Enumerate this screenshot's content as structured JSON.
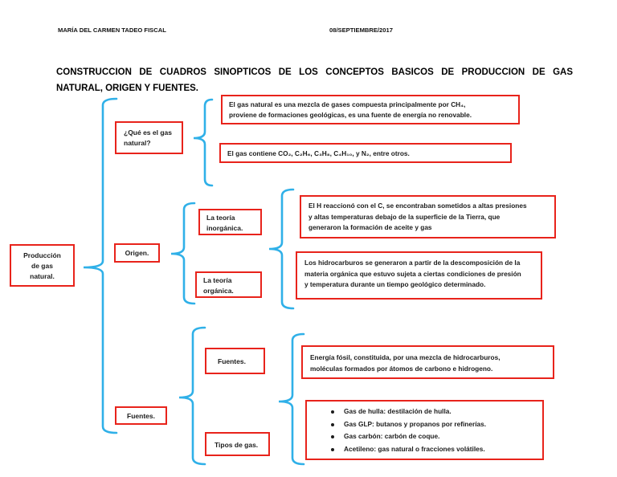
{
  "header": {
    "author": "MARÍA DEL CARMEN TADEO FISCAL",
    "date": "08/SEPTIEMBRE/2017"
  },
  "title": {
    "line1": "CONSTRUCCION DE CUADROS SINOPTICOS DE LOS CONCEPTOS BASICOS DE PRODUCCION DE GAS",
    "line2": "NATURAL, ORIGEN Y FUENTES."
  },
  "diagram": {
    "root": {
      "lines": [
        "Producción",
        "de gas",
        "natural."
      ]
    },
    "que_es": {
      "lines": [
        "¿Qué es el gas",
        "natural?"
      ]
    },
    "origen": {
      "label": "Origen."
    },
    "fuentes": {
      "label": "Fuentes."
    },
    "teoria_inorganica": {
      "lines": [
        "La teoría",
        "inorgánica."
      ]
    },
    "teoria_organica": {
      "lines": [
        "La teoría",
        "orgánica."
      ]
    },
    "fuentes2": {
      "label": "Fuentes."
    },
    "tipos_de_gas": {
      "label": "Tipos de gas."
    },
    "def_gas_natural": {
      "lines": [
        "El gas natural es una mezcla de gases compuesta principalmente por CH₄,",
        "proviene de formaciones geológicas, es una fuente de energía no renovable."
      ]
    },
    "composicion": {
      "lines": [
        "El gas contiene CO₂, C₂H₆, C₃H₈, C₄H₁₀, y N₂, entre otros."
      ]
    },
    "def_inorganica": {
      "lines": [
        "El H reaccionó con el C, se encontraban sometidos a altas presiones",
        "y altas temperaturas debajo de la superficie de la Tierra, que",
        "generaron la formación de aceite y gas"
      ]
    },
    "def_organica": {
      "lines": [
        "Los hidrocarburos se generaron a partir de la descomposición de la",
        "materia orgánica que estuvo sujeta a ciertas condiciones de presión",
        "y temperatura durante un tiempo geológico determinado."
      ]
    },
    "def_fuentes": {
      "lines": [
        "Energía fósil, constituida, por una mezcla de hidrocarburos,",
        "moléculas formados por átomos de carbono e hidrogeno."
      ]
    },
    "tipos_list": {
      "items": [
        "Gas de hulla: destilación de hulla.",
        "Gas GLP: butanos y propanos por refinerías.",
        "Gas carbón: carbón de coque.",
        "Acetileno: gas natural o fracciones volátiles."
      ]
    }
  },
  "colors": {
    "box_border": "#e8231b",
    "brace": "#2fb0e8",
    "text": "#1c1c1c"
  }
}
